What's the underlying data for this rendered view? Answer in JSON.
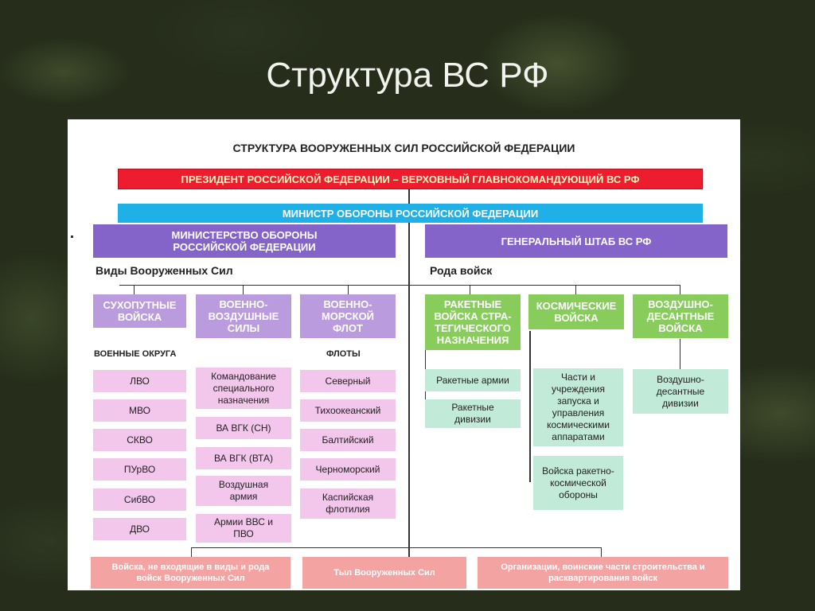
{
  "slide_title": "Структура ВС РФ",
  "diagram_title": "СТРУКТУРА ВООРУЖЕННЫХ СИЛ РОССИЙСКОЙ ФЕДЕРАЦИИ",
  "president": "ПРЕЗИДЕНТ РОССИЙСКОЙ ФЕДЕРАЦИИ – ВЕРХОВНЫЙ ГЛАВНОКОМАНДУЮЩИЙ ВС РФ",
  "minister": "МИНИСТР ОБОРОНЫ РОССИЙСКОЙ ФЕДЕРАЦИИ",
  "ministry": "МИНИСТЕРСТВО ОБОРОНЫ РОССИЙСКОЙ ФЕДЕРАЦИИ",
  "general_staff": "ГЕНЕРАЛЬНЫЙ ШТАБ ВС РФ",
  "branches_label": "Виды Вооруженных Сил",
  "arms_label": "Рода войск",
  "branches": {
    "ground": "СУХОПУТНЫЕ ВОЙСКА",
    "air": "ВОЕННО-ВОЗДУШНЫЕ СИЛЫ",
    "navy": "ВОЕННО-МОРСКОЙ ФЛОТ"
  },
  "arms": {
    "rocket": "РАКЕТНЫЕ ВОЙСКА СТРА-ТЕГИЧЕСКОГО НАЗНАЧЕНИЯ",
    "space": "КОСМИЧЕСКИЕ ВОЙСКА",
    "airborne": "ВОЗДУШНО-ДЕСАНТНЫЕ ВОЙСКА"
  },
  "districts_label": "ВОЕННЫЕ ОКРУГА",
  "districts": [
    "ЛВО",
    "МВО",
    "СКВО",
    "ПУрВО",
    "СибВО",
    "ДВО"
  ],
  "air_units": [
    "Командование специального назначения",
    "ВА ВГК (СН)",
    "ВА ВГК (ВТА)",
    "Воздушная армия",
    "Армии ВВС и ПВО"
  ],
  "fleets_label": "ФЛОТЫ",
  "fleets": [
    "Северный",
    "Тихоокеанский",
    "Балтийский",
    "Черноморский",
    "Каспийская флотилия"
  ],
  "rocket_units": [
    "Ракетные армии",
    "Ракетные дивизии"
  ],
  "space_units": [
    "Части и учреждения запуска и управления космическими аппаратами",
    "Войска ракетно-космической обороны"
  ],
  "airborne_units": [
    "Воздушно-десантные дивизии"
  ],
  "bottom": {
    "other": "Войска, не входящие в виды и рода войск Вооруженных Сил",
    "rear": "Тыл Вооруженных Сил",
    "construction": "Организации, воинские части строительства и расквартирования войск"
  }
}
